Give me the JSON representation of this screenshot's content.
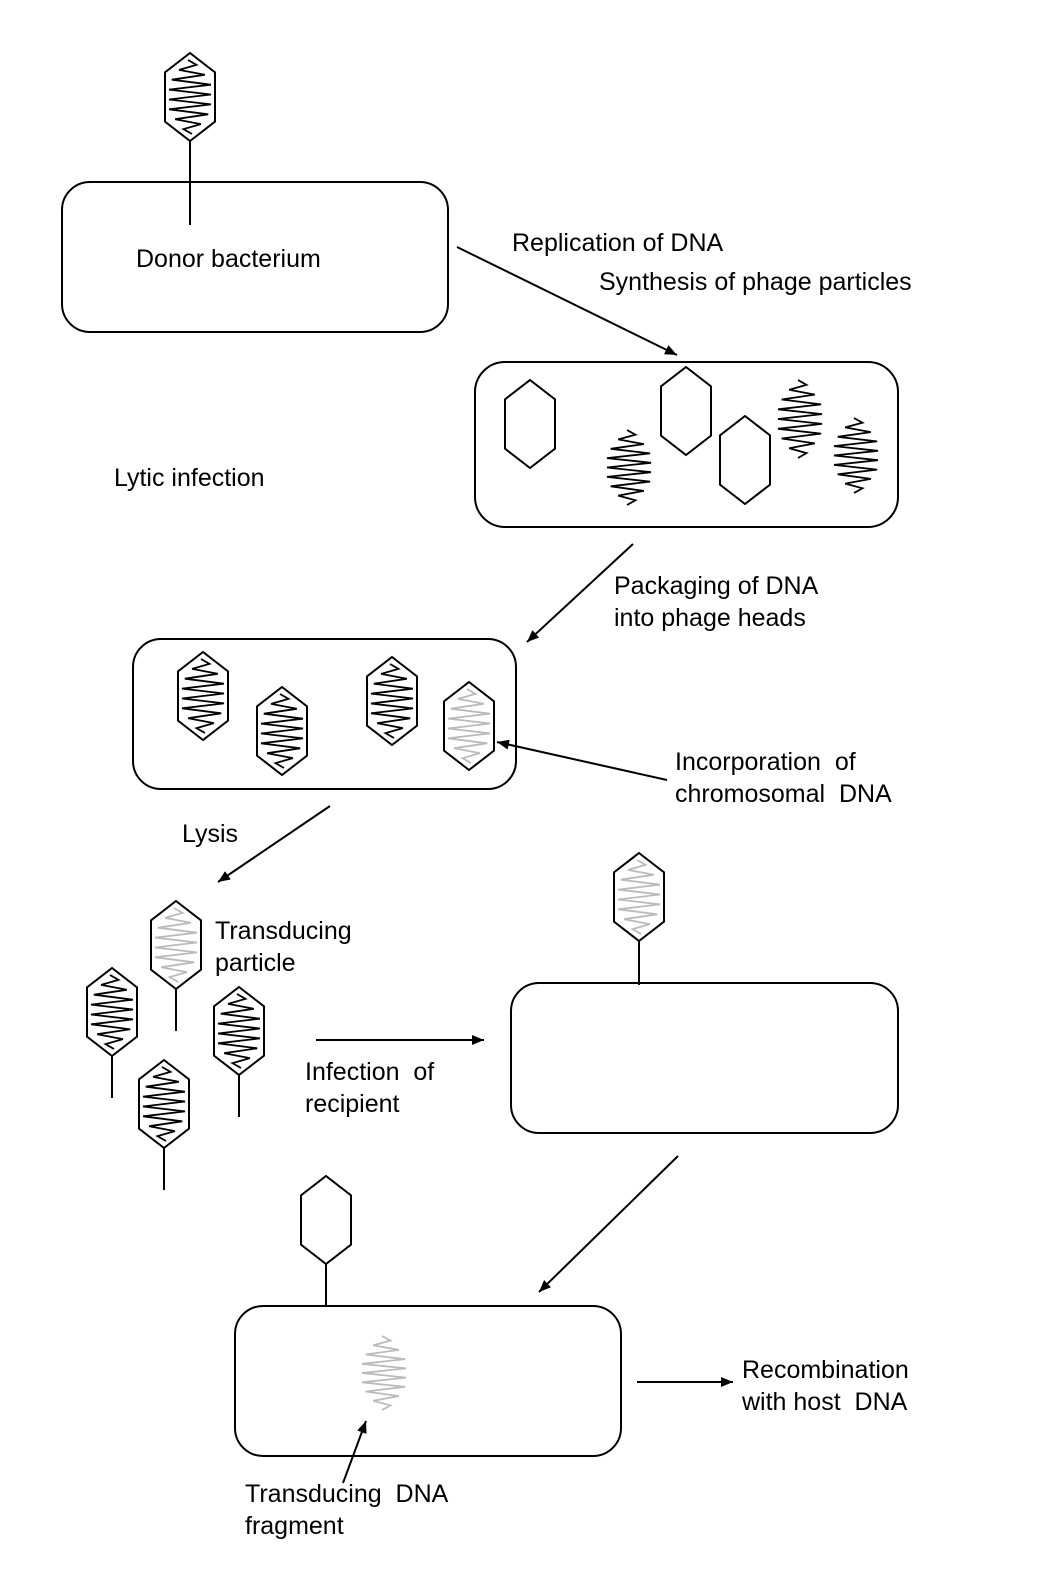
{
  "labels": {
    "donor": "Donor bacterium",
    "replication": "Replication of DNA",
    "synthesis": "Synthesis of phage particles",
    "lytic": "Lytic infection",
    "packaging": "Packaging of DNA\ninto phage heads",
    "incorporation": "Incorporation  of\nchromosomal  DNA",
    "lysis": "Lysis",
    "transducing_particle": "Transducing\nparticle",
    "infection": "Infection  of\nrecipient",
    "recombination": "Recombination\nwith host  DNA",
    "fragment": "Transducing  DNA\nfragment"
  },
  "colors": {
    "line": "#000000",
    "phage_dna": "#000000",
    "chromosomal_dna": "#bbbbbb",
    "background": "#ffffff"
  }
}
